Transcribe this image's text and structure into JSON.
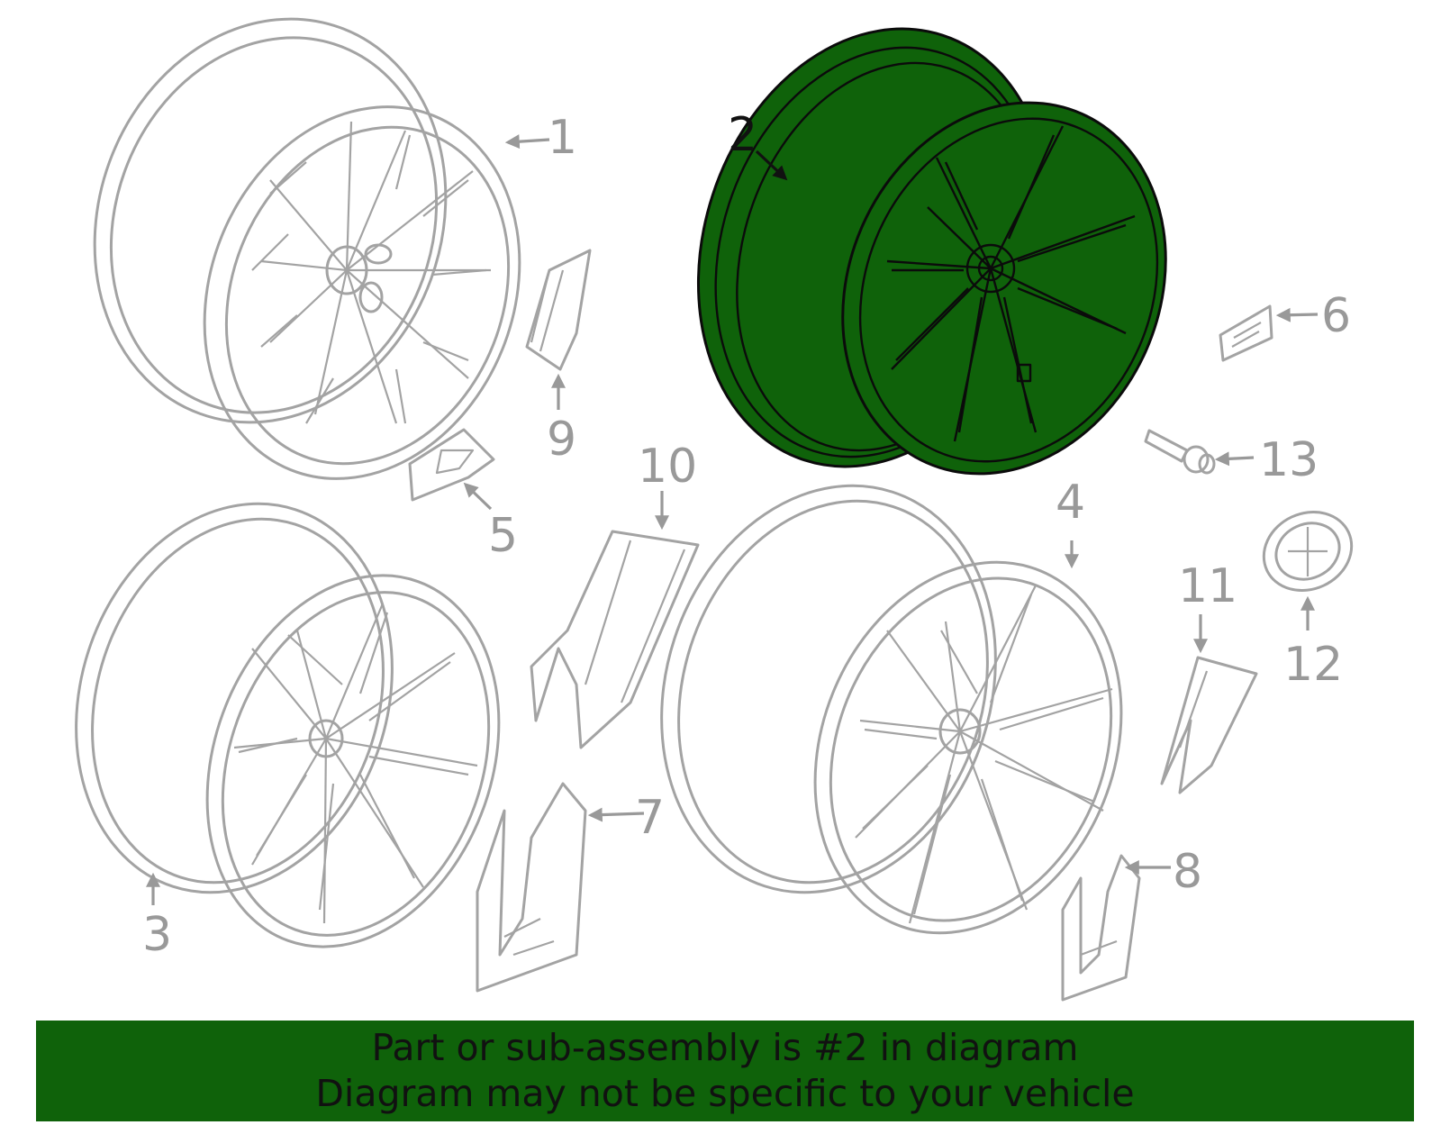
{
  "diagram": {
    "highlight_color": "#0f620a",
    "ghost_color": "#a3a3a3",
    "callouts": [
      {
        "id": "1",
        "label": "1"
      },
      {
        "id": "2",
        "label": "2"
      },
      {
        "id": "3",
        "label": "3"
      },
      {
        "id": "4",
        "label": "4"
      },
      {
        "id": "5",
        "label": "5"
      },
      {
        "id": "6",
        "label": "6"
      },
      {
        "id": "7",
        "label": "7"
      },
      {
        "id": "8",
        "label": "8"
      },
      {
        "id": "9",
        "label": "9"
      },
      {
        "id": "10",
        "label": "10"
      },
      {
        "id": "11",
        "label": "11"
      },
      {
        "id": "12",
        "label": "12"
      },
      {
        "id": "13",
        "label": "13"
      }
    ],
    "highlighted_part": "2"
  },
  "banner": {
    "line1": "Part or sub-assembly is #2 in diagram",
    "line2": "Diagram may not be specific to your vehicle"
  }
}
